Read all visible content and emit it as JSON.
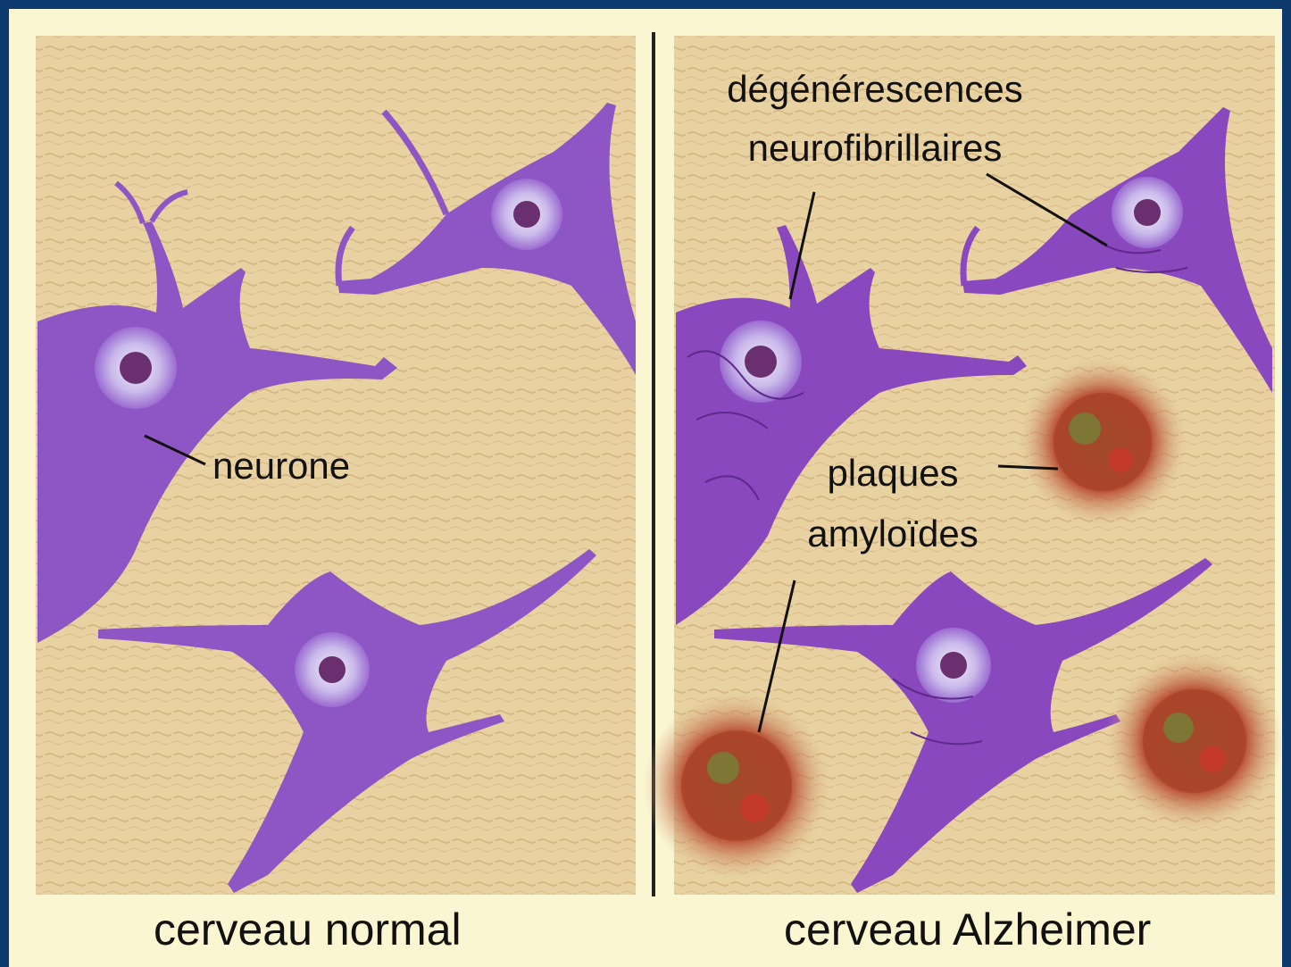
{
  "panels": {
    "left": {
      "caption": "cerveau normal",
      "label_neuron": "neurone"
    },
    "right": {
      "caption": "cerveau Alzheimer",
      "label_tangles_line1": "dégénérescences",
      "label_tangles_line2": "neurofibrillaires",
      "label_plaques_line1": "plaques",
      "label_plaques_line2": "amyloïdes"
    }
  },
  "colors": {
    "border": "#0d3a6e",
    "background": "#fbf6d2",
    "tissue": "#e6cf9e",
    "neuron": "#8e55c4",
    "plaque": "#b34a2a"
  },
  "icons": [
    "neuron-illustration",
    "amyloid-plaque-illustration"
  ]
}
